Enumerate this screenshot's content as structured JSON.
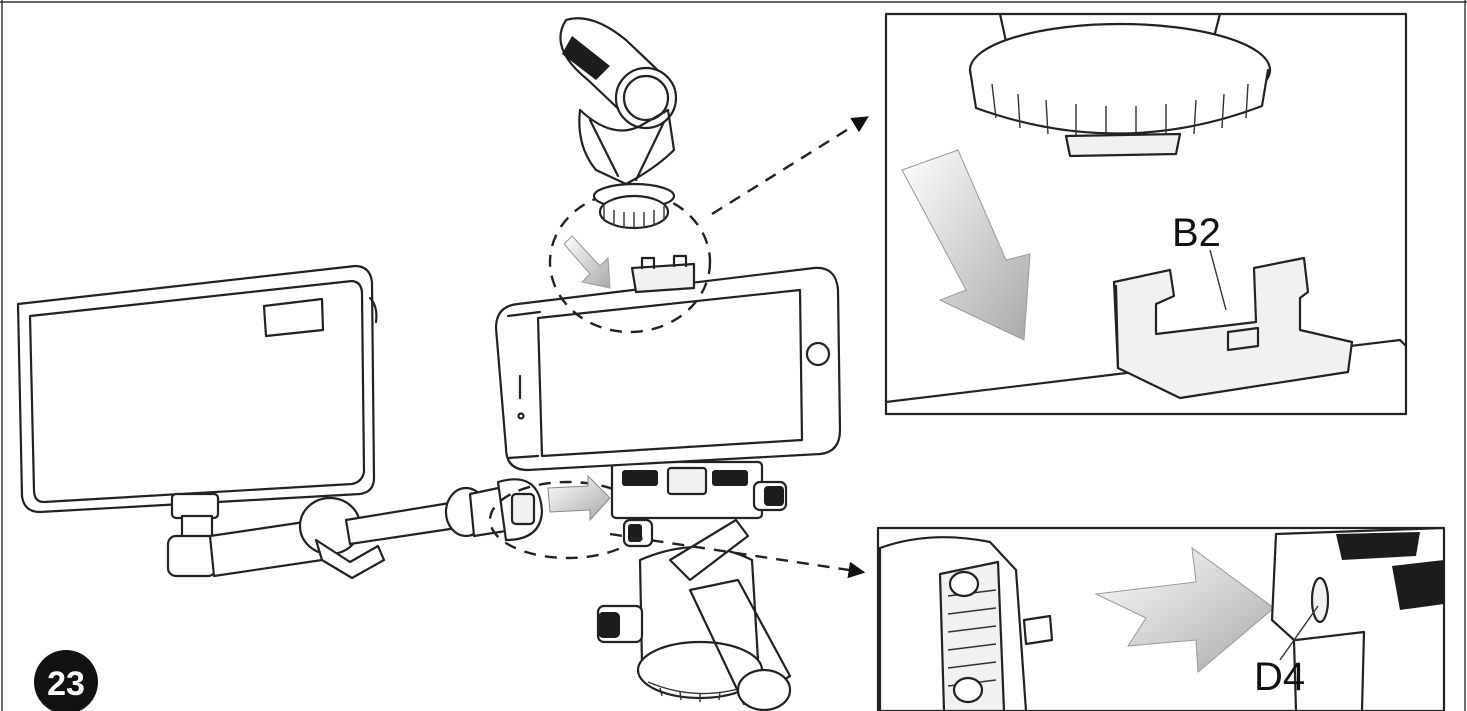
{
  "step_number": "23",
  "labels": {
    "b2": "B2",
    "d4": "D4"
  },
  "colors": {
    "line": "#222222",
    "arrow_fill": "#b8b8b8",
    "badge_fill": "#111111",
    "background": "#ffffff"
  }
}
